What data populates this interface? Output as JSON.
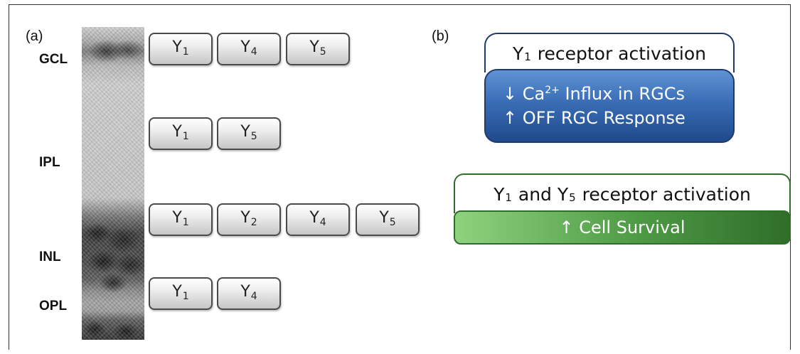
{
  "panel_a": {
    "label": "(a)",
    "layers": [
      "GCL",
      "IPL",
      "INL",
      "OPL"
    ],
    "rows": [
      {
        "layer": "GCL",
        "receptors": [
          {
            "base": "Y",
            "sub": "1"
          },
          {
            "base": "Y",
            "sub": "4"
          },
          {
            "base": "Y",
            "sub": "5"
          }
        ]
      },
      {
        "layer": "IPL",
        "receptors": [
          {
            "base": "Y",
            "sub": "1"
          },
          {
            "base": "Y",
            "sub": "5"
          }
        ]
      },
      {
        "layer": "INL",
        "receptors": [
          {
            "base": "Y",
            "sub": "1"
          },
          {
            "base": "Y",
            "sub": "2"
          },
          {
            "base": "Y",
            "sub": "4"
          },
          {
            "base": "Y",
            "sub": "5"
          }
        ]
      },
      {
        "layer": "OPL",
        "receptors": [
          {
            "base": "Y",
            "sub": "1"
          },
          {
            "base": "Y",
            "sub": "4"
          }
        ]
      }
    ]
  },
  "panel_b": {
    "label": "(b)",
    "y1_box": {
      "header_pre": "Y",
      "header_sub": "1",
      "header_post": " receptor activation",
      "line1_arrow": "↓",
      "line1_pre": " Ca",
      "line1_sup": "2+",
      "line1_post": " Influx in RGCs",
      "line2_arrow": "↑",
      "line2_text": " OFF RGC Response",
      "color": "#2f5fa8"
    },
    "y1y5_box": {
      "header_pre": "Y",
      "header_sub1": "1",
      "header_mid": " and Y",
      "header_sub2": "5",
      "header_post": " receptor activation",
      "line_arrow": "↑",
      "line_text": " Cell Survival",
      "color": "#3f8a38"
    }
  }
}
